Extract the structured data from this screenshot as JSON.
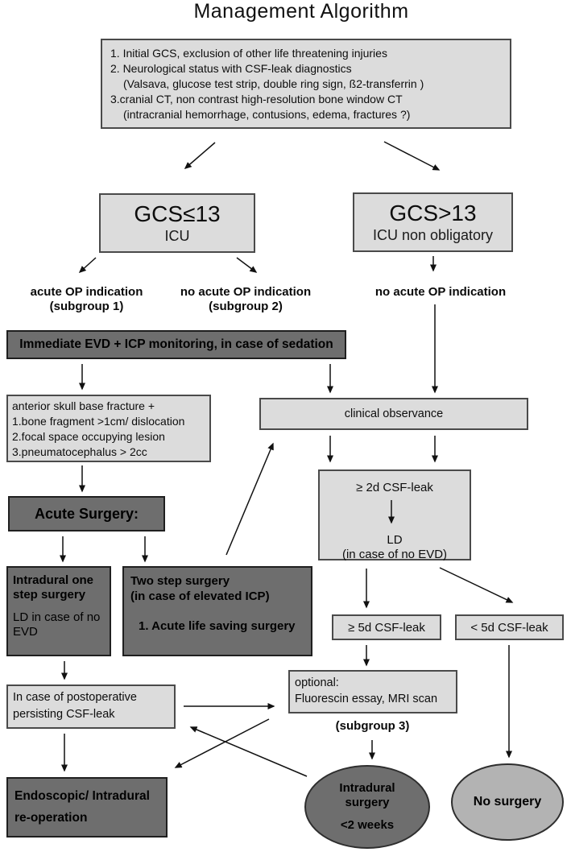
{
  "title": "Management Algorithm",
  "colors": {
    "background": "#ffffff",
    "box_light": "#dcdcdc",
    "box_dark": "#6e6e6e",
    "ellipse_dark": "#6e6e6e",
    "ellipse_light": "#b3b3b3",
    "line": "#111111"
  },
  "top_box": {
    "lines": [
      "1. Initial GCS, exclusion of other life threatening injuries",
      "2. Neurological status with CSF-leak diagnostics",
      "(Valsava, glucose test strip, double ring sign, ß2-transferrin )",
      "3.cranial CT, non contrast high-resolution bone window CT",
      "(intracranial hemorrhage, contusions, edema, fractures ?)"
    ]
  },
  "branch_left": {
    "title": "GCS≤13",
    "subtitle": "ICU"
  },
  "branch_right": {
    "title": "GCS>13",
    "subtitle": "ICU non obligatory"
  },
  "labels": {
    "acute_op": "acute OP indication",
    "acute_op_sub": "(subgroup 1)",
    "no_acute_op": "no acute OP indication",
    "no_acute_op_sub": "(subgroup 2)",
    "no_acute_op_right": "no acute OP indication"
  },
  "evd_box": {
    "text": "Immediate EVD + ICP monitoring, in case of sedation"
  },
  "anterior_box": {
    "lines": [
      "anterior skull base fracture +",
      "1.bone fragment >1cm/ dislocation",
      "2.focal space occupying lesion",
      "3.pneumatocephalus > 2cc"
    ]
  },
  "acute_surgery": {
    "text": "Acute Surgery:"
  },
  "intradural_one_step": {
    "title": "Intradural one step surgery",
    "note": "LD in case of no EVD"
  },
  "two_step": {
    "title": "Two step surgery",
    "subtitle": "(in case of elevated ICP)",
    "item": "1. Acute life saving surgery"
  },
  "clinical_observance": {
    "text": "clinical observance"
  },
  "csf_2d": {
    "top": "≥ 2d CSF-leak",
    "ld": "LD",
    "note": "(in case of no EVD)"
  },
  "csf_5d": {
    "text": "≥ 5d CSF-leak"
  },
  "csf_lt5d": {
    "text": "< 5d CSF-leak"
  },
  "optional_box": {
    "line1": "optional:",
    "line2": "Fluorescin essay, MRI scan"
  },
  "subgroup3": {
    "text": "(subgroup 3)"
  },
  "postop_box": {
    "line1": "In case of postoperative",
    "line2": "persisting CSF-leak"
  },
  "endoscopic_box": {
    "line1": "Endoscopic/ Intradural",
    "line2": "re-operation"
  },
  "ellipse_intradural": {
    "line1": "Intradural",
    "line2": "surgery",
    "line3": "<2 weeks"
  },
  "ellipse_no_surgery": {
    "text": "No surgery"
  }
}
